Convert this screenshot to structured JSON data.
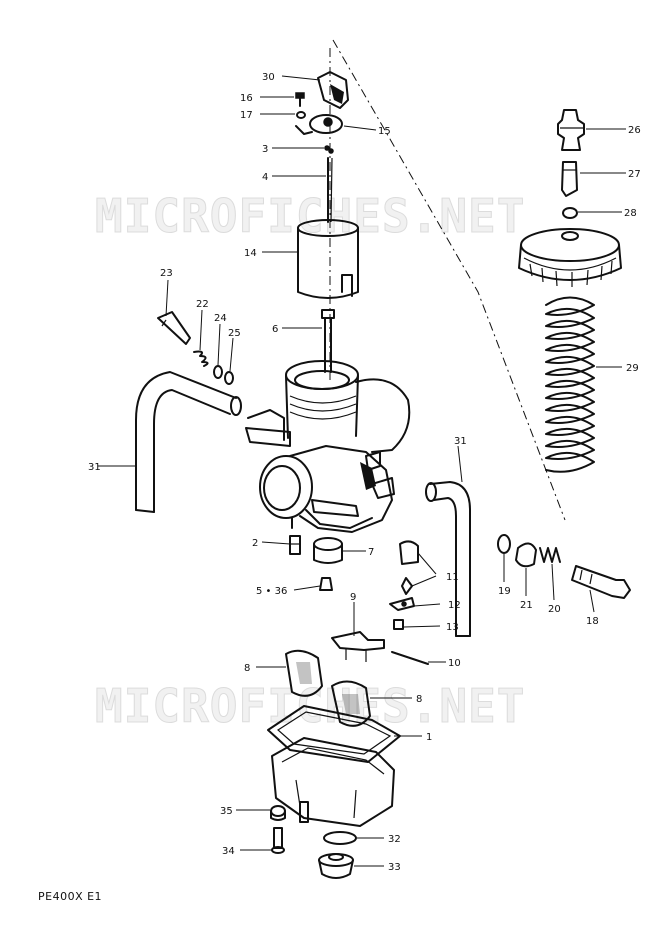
{
  "watermark": "MICROFICHES.NET",
  "model_code": "PE400X E1",
  "callouts": [
    {
      "id": "c30",
      "text": "30"
    },
    {
      "id": "c16",
      "text": "16"
    },
    {
      "id": "c17",
      "text": "17"
    },
    {
      "id": "c15",
      "text": "15"
    },
    {
      "id": "c3",
      "text": "3"
    },
    {
      "id": "c4",
      "text": "4"
    },
    {
      "id": "c26",
      "text": "26"
    },
    {
      "id": "c27",
      "text": "27"
    },
    {
      "id": "c28",
      "text": "28"
    },
    {
      "id": "c14",
      "text": "14"
    },
    {
      "id": "c23",
      "text": "23"
    },
    {
      "id": "c22",
      "text": "22"
    },
    {
      "id": "c24",
      "text": "24"
    },
    {
      "id": "c25",
      "text": "25"
    },
    {
      "id": "c6",
      "text": "6"
    },
    {
      "id": "c29",
      "text": "29"
    },
    {
      "id": "c31a",
      "text": "31"
    },
    {
      "id": "c31b",
      "text": "31"
    },
    {
      "id": "c2",
      "text": "2"
    },
    {
      "id": "c7",
      "text": "7"
    },
    {
      "id": "c11",
      "text": "11"
    },
    {
      "id": "c19",
      "text": "19"
    },
    {
      "id": "c21",
      "text": "21"
    },
    {
      "id": "c20",
      "text": "20"
    },
    {
      "id": "c18",
      "text": "18"
    },
    {
      "id": "c536",
      "text": "5 • 36"
    },
    {
      "id": "c12",
      "text": "12"
    },
    {
      "id": "c9",
      "text": "9"
    },
    {
      "id": "c13",
      "text": "13"
    },
    {
      "id": "c10",
      "text": "10"
    },
    {
      "id": "c8a",
      "text": "8"
    },
    {
      "id": "c8b",
      "text": "8"
    },
    {
      "id": "c1",
      "text": "1"
    },
    {
      "id": "c35",
      "text": "35"
    },
    {
      "id": "c32",
      "text": "32"
    },
    {
      "id": "c34",
      "text": "34"
    },
    {
      "id": "c33",
      "text": "33"
    }
  ]
}
